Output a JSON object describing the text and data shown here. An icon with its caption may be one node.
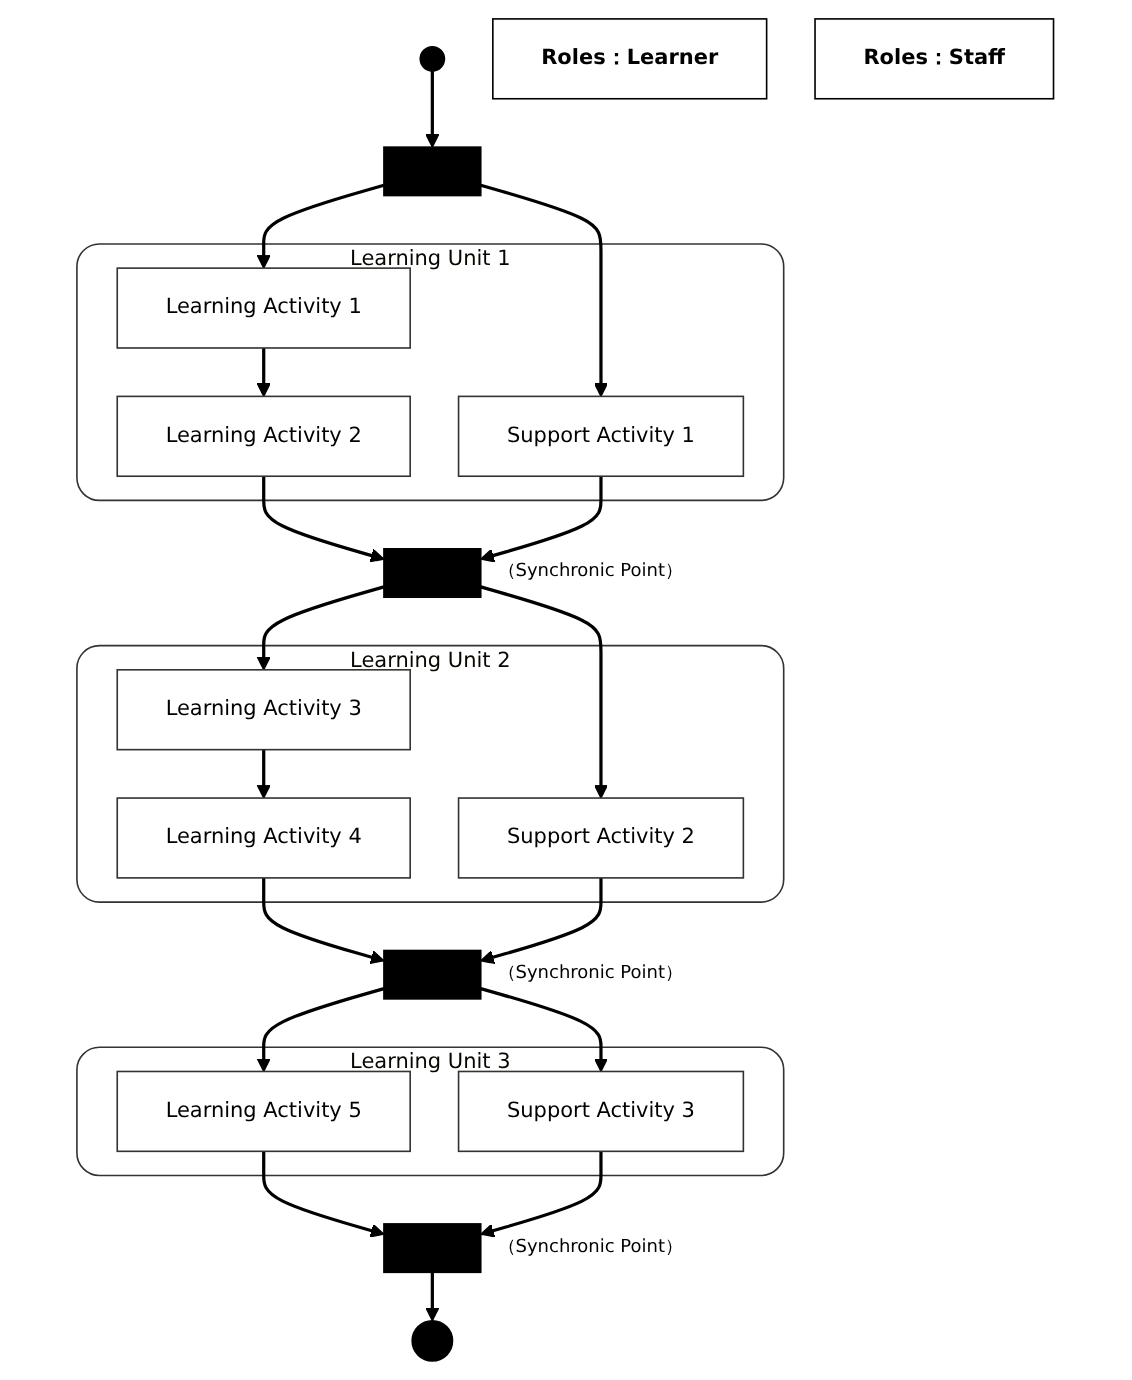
{
  "diagram": {
    "nodes": [
      {
        "text": [],
        "shape": "circle"
      },
      {
        "text": [],
        "shape": "bar"
      },
      {
        "text": [
          "Roles：Learner"
        ]
      },
      {
        "text": [
          "Roles：Staff"
        ]
      },
      {
        "text": [
          "Learning Unit 1"
        ]
      },
      {
        "text": [
          "Learning Activity 1"
        ],
        "in": 4
      },
      {
        "text": [
          "Learning Activity 2"
        ],
        "in": 4
      },
      {
        "text": [
          "Support Activity 1"
        ],
        "in": 4
      },
      {
        "text": [],
        "shape": "bar",
        "beside": [
          "（Synchronic Point）"
        ]
      },
      {
        "text": [
          "Learning Unit 2"
        ]
      },
      {
        "text": [
          "Learning Activity 3"
        ],
        "in": 9
      },
      {
        "text": [
          "Learning Activity 4"
        ],
        "in": 9
      },
      {
        "text": [
          "Support Activity 2"
        ],
        "in": 9
      },
      {
        "text": [],
        "shape": "bar",
        "beside": [
          "（Synchronic Point）"
        ]
      },
      {
        "text": [
          "Learning Unit 3"
        ]
      },
      {
        "text": [
          "Learning Activity 5"
        ],
        "in": 14
      },
      {
        "text": [
          "Support Activity 3"
        ],
        "in": 14
      },
      {
        "text": [],
        "shape": "bar",
        "beside": [
          "（Synchronic Point）"
        ]
      },
      {
        "text": [],
        "shape": "circle"
      }
    ],
    "edges": [
      {
        "from": 0,
        "to": 1,
        "arrow": "to"
      },
      {
        "from": 1,
        "to": 5,
        "arrow": "to"
      },
      {
        "from": 1,
        "to": 7,
        "arrow": "to"
      },
      {
        "from": 5,
        "to": 6,
        "arrow": "to"
      },
      {
        "from": 6,
        "to": 8,
        "arrow": "to"
      },
      {
        "from": 7,
        "to": 8,
        "arrow": "to"
      },
      {
        "from": 8,
        "to": 10,
        "arrow": "to"
      },
      {
        "from": 8,
        "to": 12,
        "arrow": "to"
      },
      {
        "from": 10,
        "to": 11,
        "arrow": "to"
      },
      {
        "from": 11,
        "to": 13,
        "arrow": "to"
      },
      {
        "from": 12,
        "to": 13,
        "arrow": "to"
      },
      {
        "from": 13,
        "to": 15,
        "arrow": "to"
      },
      {
        "from": 13,
        "to": 16,
        "arrow": "to"
      },
      {
        "from": 15,
        "to": 17,
        "arrow": "to"
      },
      {
        "from": 16,
        "to": 17,
        "arrow": "to"
      },
      {
        "from": 17,
        "to": 18,
        "arrow": "to"
      }
    ]
  }
}
